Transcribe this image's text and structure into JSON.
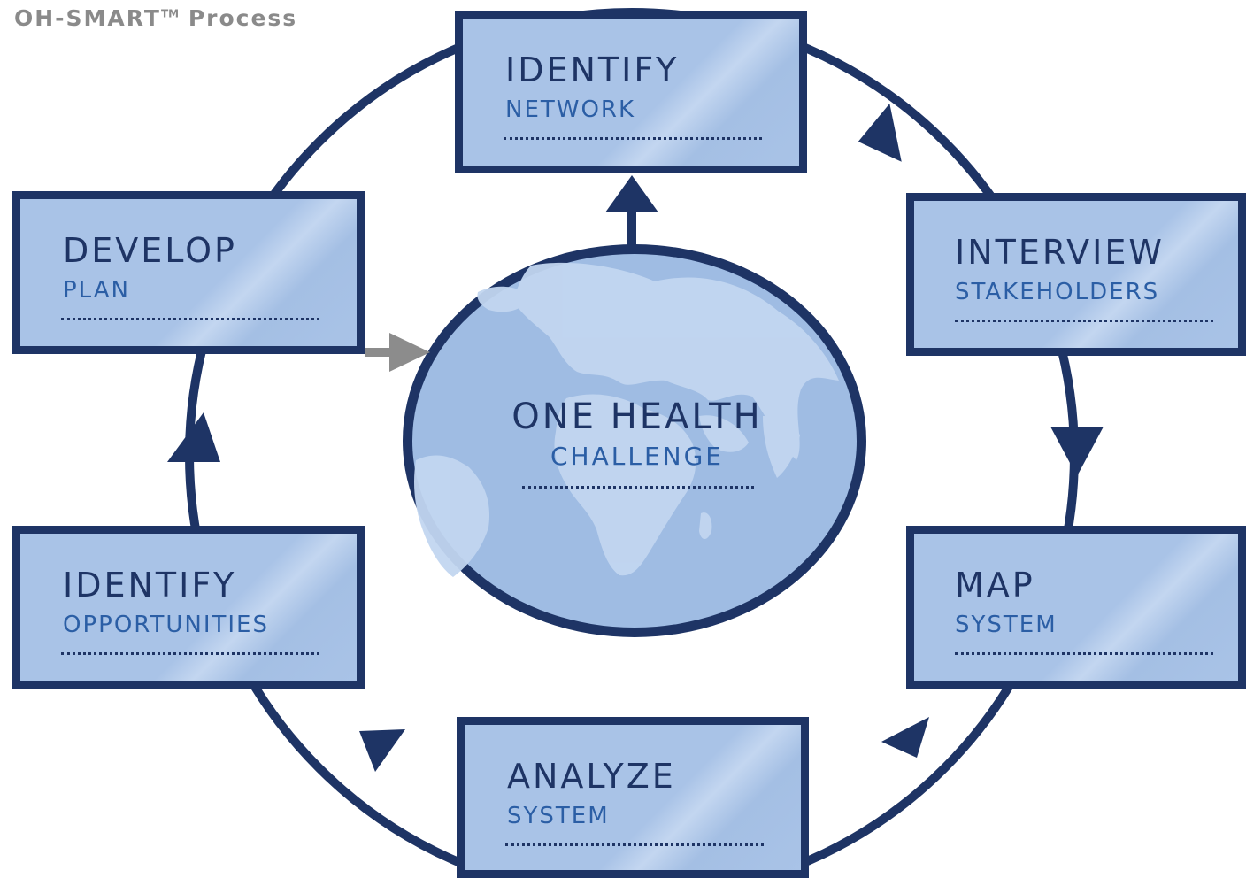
{
  "title": {
    "text": "OH-SMART",
    "trademark": "TM",
    "suffix": "Process"
  },
  "center": {
    "verb": "ONE HEALTH",
    "noun": "CHALLENGE"
  },
  "steps": [
    {
      "verb": "IDENTIFY",
      "noun": "NETWORK"
    },
    {
      "verb": "INTERVIEW",
      "noun": "STAKEHOLDERS"
    },
    {
      "verb": "MAP",
      "noun": "SYSTEM"
    },
    {
      "verb": "ANALYZE",
      "noun": "SYSTEM"
    },
    {
      "verb": "IDENTIFY",
      "noun": "OPPORTUNITIES"
    },
    {
      "verb": "DEVELOP",
      "noun": "PLAN"
    }
  ],
  "colors": {
    "navy": "#1e3465",
    "box_fill": "#a9c3e7",
    "sub_text": "#2b5ea5",
    "globe_fill": "#9fbce3",
    "land": "#c2d6f0",
    "gray_arrow": "#8c8c8c",
    "title_gray": "#8a8a8a"
  }
}
